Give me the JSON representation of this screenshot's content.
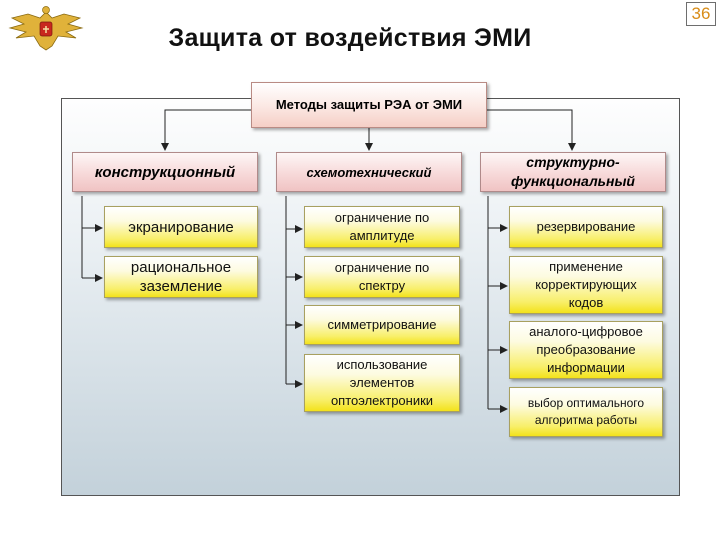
{
  "title": "Защита от воздействия ЭМИ",
  "page_number": "36",
  "root": "Методы защиты РЭА от ЭМИ",
  "columns": [
    {
      "label": "конструкционный",
      "items": [
        "экранирование",
        "рациональное заземление"
      ]
    },
    {
      "label": "схемотехнический",
      "items": [
        "ограничение по амплитуде",
        "ограничение по спектру",
        "симметрирование",
        "использование элементов оптоэлектроники"
      ]
    },
    {
      "label": "структурно-функциональный",
      "items": [
        "резервирование",
        "применение корректирующих кодов",
        "аналого-цифровое преобразование информации",
        "выбор оптимального алгоритма работы"
      ]
    }
  ],
  "colors": {
    "root_fill": "#f5cfc6",
    "category_fill": "#f0c3c3",
    "leaf_fill": "#f3e21a",
    "page_number": "#d88c18"
  },
  "icons": [
    "emblem-icon"
  ]
}
